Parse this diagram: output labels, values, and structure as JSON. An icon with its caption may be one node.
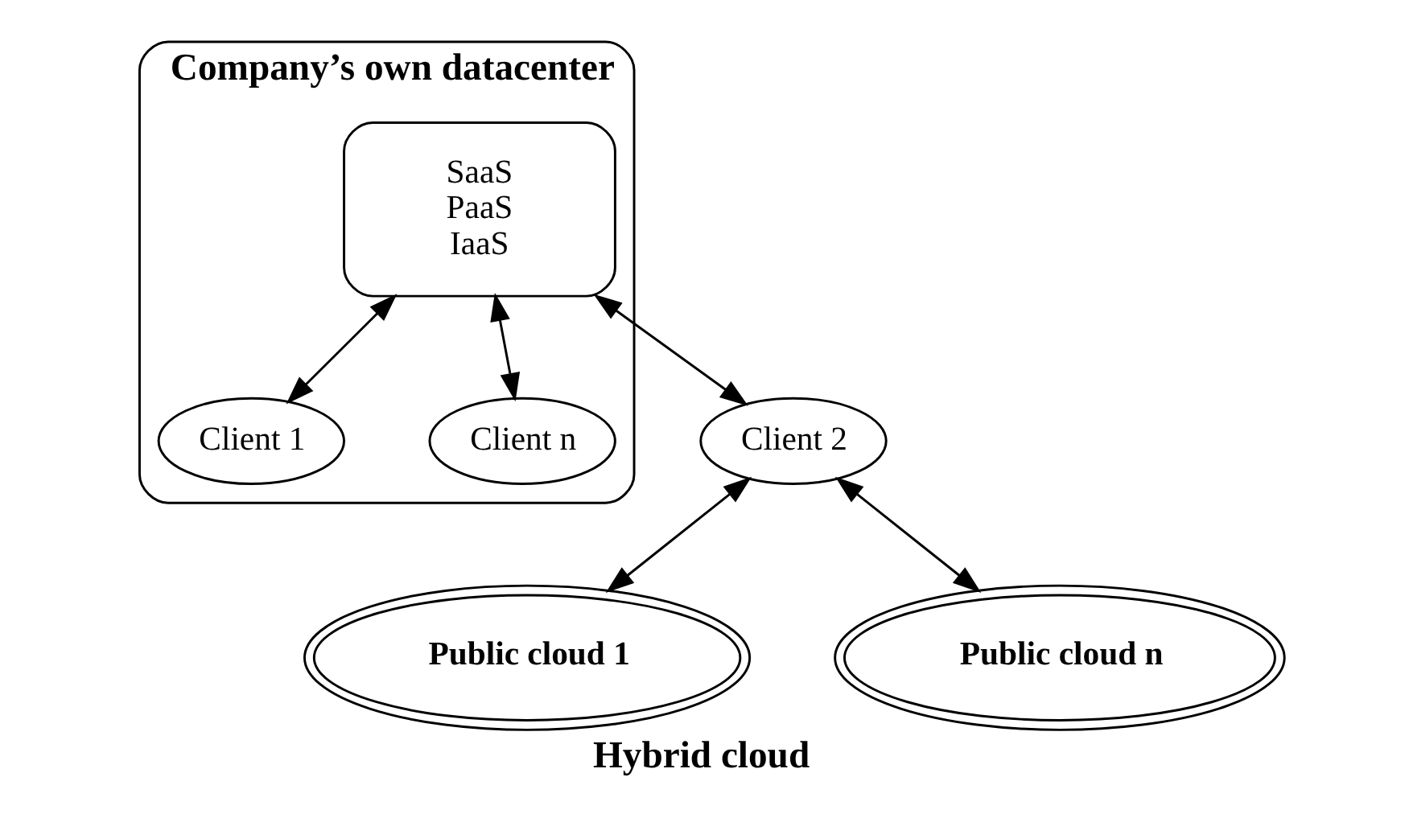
{
  "diagram": {
    "caption": "Hybrid cloud",
    "nodes": [
      {
        "text": [
          "Company’s own datacenter"
        ]
      },
      {
        "text": [
          "SaaS",
          "PaaS",
          "IaaS"
        ],
        "in": 0
      },
      {
        "text": [
          "Client 1"
        ],
        "in": 0
      },
      {
        "text": [
          "Client n"
        ],
        "in": 0
      },
      {
        "text": [
          "Client 2"
        ]
      },
      {
        "text": [
          "Public cloud 1"
        ]
      },
      {
        "text": [
          "Public cloud n"
        ]
      }
    ],
    "edges": [
      {
        "from": 1,
        "to": 2,
        "arrow": "both"
      },
      {
        "from": 1,
        "to": 4,
        "arrow": "both"
      },
      {
        "from": 1,
        "to": 3,
        "arrow": "both"
      },
      {
        "from": 4,
        "to": 5,
        "arrow": "both"
      },
      {
        "from": 4,
        "to": 6,
        "arrow": "both"
      }
    ]
  }
}
